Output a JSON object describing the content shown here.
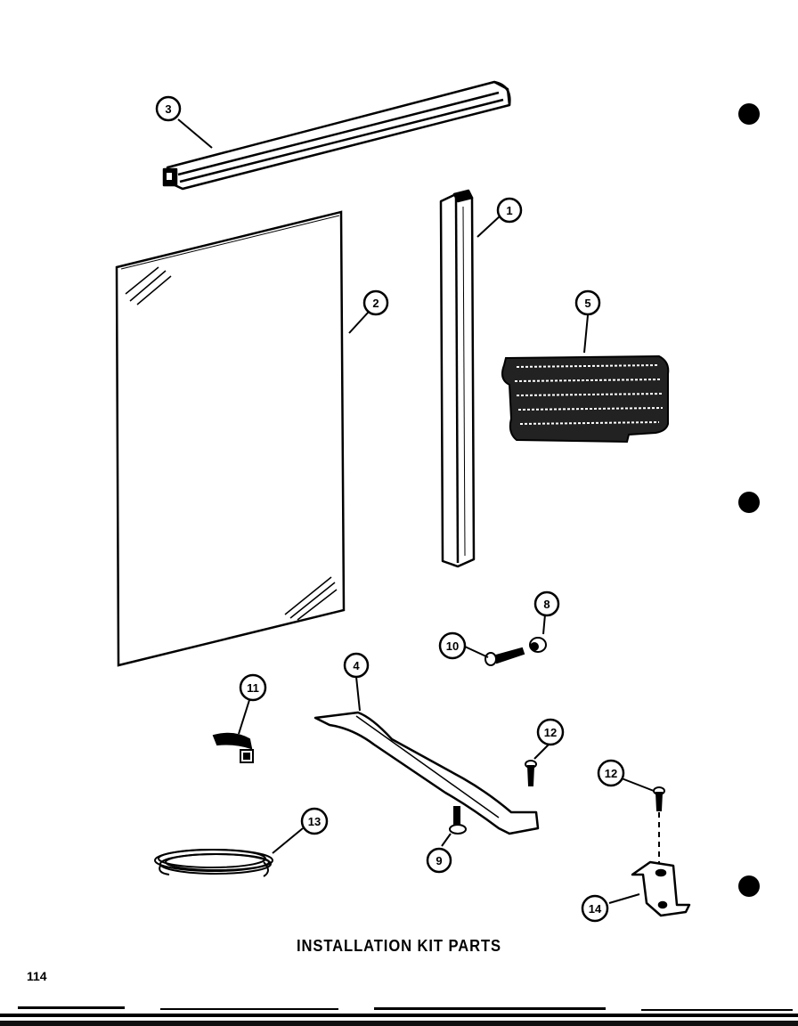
{
  "caption": "INSTALLATION KIT PARTS",
  "page_number": "114",
  "callouts": [
    {
      "id": "callout-1",
      "label": "1"
    },
    {
      "id": "callout-2",
      "label": "2"
    },
    {
      "id": "callout-3",
      "label": "3"
    },
    {
      "id": "callout-4",
      "label": "4"
    },
    {
      "id": "callout-5",
      "label": "5"
    },
    {
      "id": "callout-8",
      "label": "8"
    },
    {
      "id": "callout-9",
      "label": "9"
    },
    {
      "id": "callout-10",
      "label": "10"
    },
    {
      "id": "callout-11",
      "label": "11"
    },
    {
      "id": "callout-12a",
      "label": "12"
    },
    {
      "id": "callout-12b",
      "label": "12"
    },
    {
      "id": "callout-13",
      "label": "13"
    },
    {
      "id": "callout-14",
      "label": "14"
    }
  ],
  "colors": {
    "ink": "#000000",
    "paper": "#ffffff"
  }
}
